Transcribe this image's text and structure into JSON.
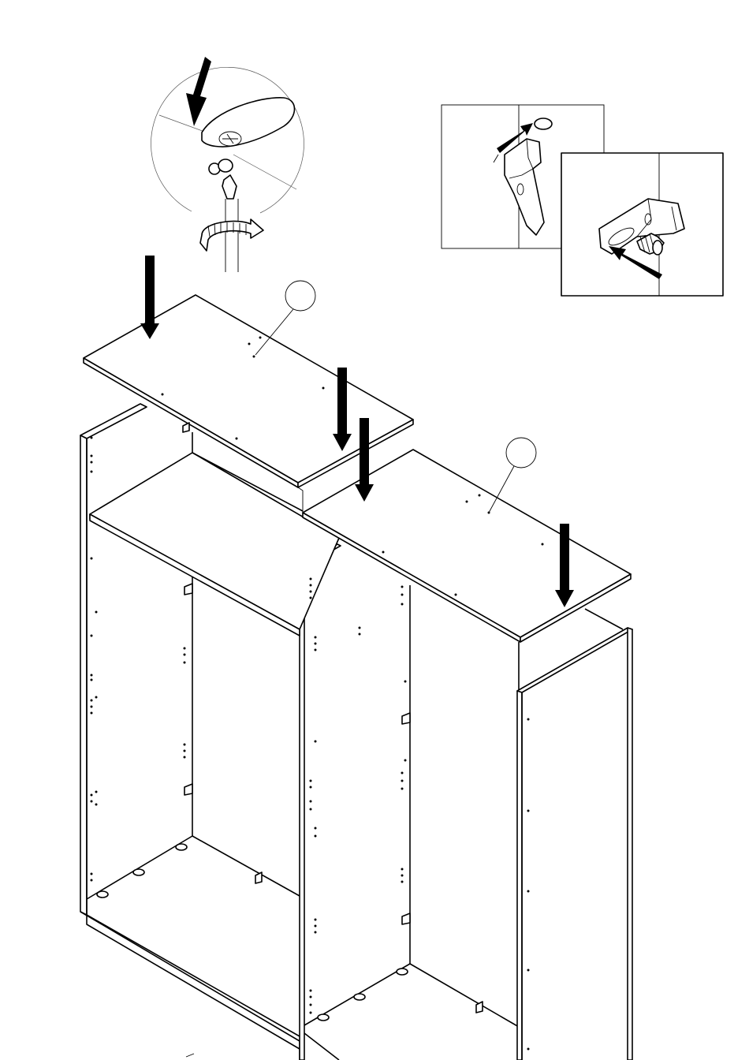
{
  "diagram": {
    "kind": "assembly-instruction",
    "step_text": "",
    "callouts": [
      {
        "id": "top-panel-left",
        "label": ""
      },
      {
        "id": "top-panel-right",
        "label": ""
      }
    ],
    "icons": [
      "down-arrow-icon",
      "screwdriver-icon",
      "rotation-arrow-icon",
      "cam-lock-icon",
      "bracket-icon",
      "screw-icon",
      "insert-arrow-icon"
    ]
  }
}
